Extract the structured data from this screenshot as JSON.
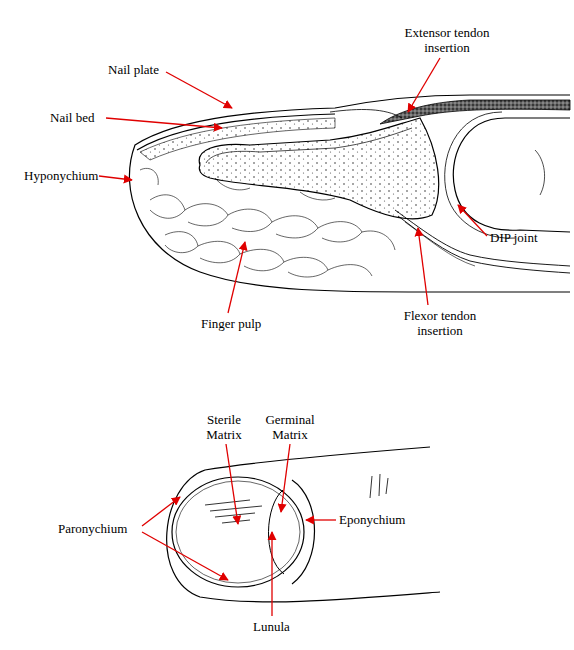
{
  "diagram": {
    "labels": [
      "Nail plate",
      "Extensor tendon insertion",
      "Nail bed",
      "Hyponychium",
      "DIP joint",
      "Finger pulp",
      "Flexor tendon insertion",
      "Sterile Matrix",
      "Germinal Matrix",
      "Paronychium",
      "Eponychium",
      "Lunula"
    ]
  }
}
